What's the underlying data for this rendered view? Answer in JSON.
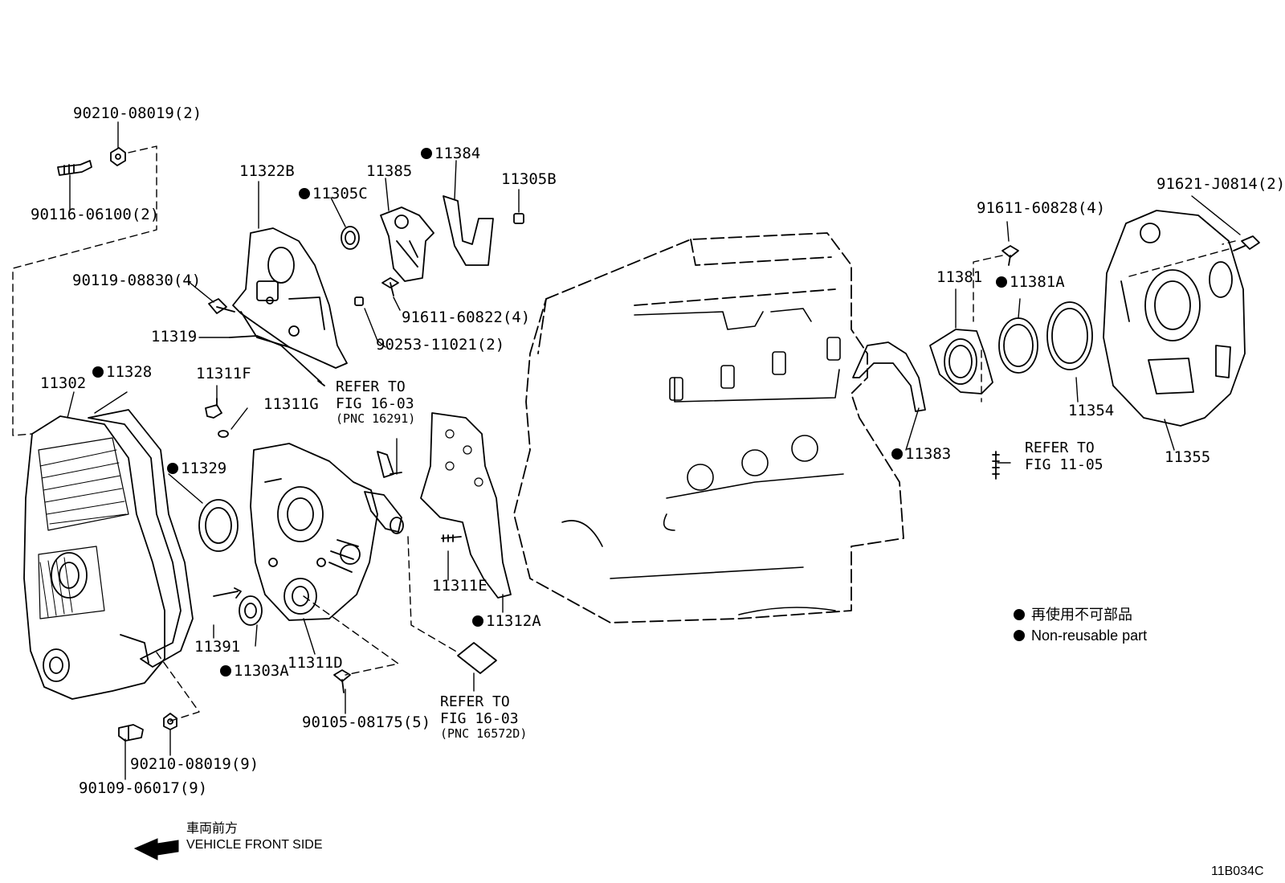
{
  "parts": {
    "p90210_08019_2": "90210-08019(2)",
    "p90116_06100_2": "90116-06100(2)",
    "p11322B": "11322B",
    "p11305C": "11305C",
    "p11385": "11385",
    "p11384": "11384",
    "p11305B": "11305B",
    "p90119_08830_4": "90119-08830(4)",
    "p91611_60822_4": "91611-60822(4)",
    "p90253_11021_2": "90253-11021(2)",
    "p11319": "11319",
    "p11302": "11302",
    "p11328": "11328",
    "p11311F": "11311F",
    "p11311G": "11311G",
    "p11329": "11329",
    "p11311E": "11311E",
    "p11312A": "11312A",
    "p11391": "11391",
    "p11303A": "11303A",
    "p11311D": "11311D",
    "p90105_08175_5": "90105-08175(5)",
    "p90210_08019_9": "90210-08019(9)",
    "p90109_06017_9": "90109-06017(9)",
    "p91611_60828_4": "91611-60828(4)",
    "p91621_J0814_2": "91621-J0814(2)",
    "p11381": "11381",
    "p11381A": "11381A",
    "p11354": "11354",
    "p11355": "11355",
    "p11383": "11383"
  },
  "refs": {
    "r1_line1": "REFER TO",
    "r1_line2": "FIG 16-03",
    "r1_line3": "(PNC 16291)",
    "r2_line1": "REFER TO",
    "r2_line2": "FIG 11-05",
    "r3_line1": "REFER TO",
    "r3_line2": "FIG 16-03",
    "r3_line3": "(PNC 16572D)"
  },
  "legend": {
    "jp": "再使用不可部品",
    "en": "Non-reusable part"
  },
  "front": {
    "jp": "車両前方",
    "en": "VEHICLE FRONT SIDE"
  },
  "figure_code": "11B034C"
}
